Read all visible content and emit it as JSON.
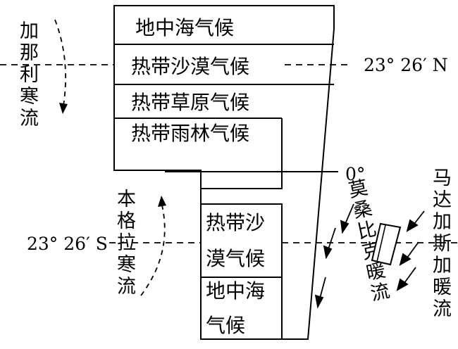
{
  "figure": {
    "climate_zones": {
      "north": [
        {
          "label": "地中海气候"
        },
        {
          "label": "热带沙漠气候"
        },
        {
          "label": "热带草原气候"
        },
        {
          "label": "热带雨林气候"
        }
      ],
      "south": [
        {
          "line1": "热带沙",
          "line2": "漠气候"
        },
        {
          "line1": "地中海",
          "line2": "气候"
        }
      ]
    },
    "latitudes": {
      "north_tropic": "23° 26′ N",
      "equator": "0°",
      "south_tropic": "23° 26′ S"
    },
    "currents": {
      "canary": [
        "加",
        "那",
        "利",
        "寒",
        "流"
      ],
      "benguela": [
        "本",
        "格",
        "拉",
        "寒",
        "流"
      ],
      "mozambique": [
        "莫",
        "桑",
        "比",
        "克",
        "暖",
        "流"
      ],
      "madagascar": [
        "马",
        "达",
        "加",
        "斯",
        "加",
        "暖",
        "流"
      ]
    }
  }
}
